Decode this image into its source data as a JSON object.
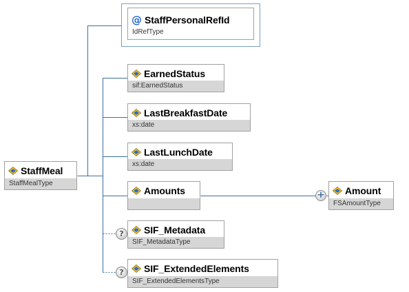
{
  "root": {
    "name": "StaffMeal",
    "type": "StaffMealType"
  },
  "attribute": {
    "symbol": "@",
    "name": "StaffPersonalRefId",
    "type": "IdRefType"
  },
  "children": [
    {
      "name": "EarnedStatus",
      "type": "sif:EarnedStatus",
      "optional": false
    },
    {
      "name": "LastBreakfastDate",
      "type": "xs:date",
      "optional": false
    },
    {
      "name": "LastLunchDate",
      "type": "xs:date",
      "optional": false
    },
    {
      "name": "Amounts",
      "type": "",
      "optional": false
    },
    {
      "name": "SIF_Metadata",
      "type": "SIF_MetadataType",
      "optional": true
    },
    {
      "name": "SIF_ExtendedElements",
      "type": "SIF_ExtendedElementsType",
      "optional": true
    }
  ],
  "amount": {
    "name": "Amount",
    "type": "FSAmountType",
    "expand_symbol": "+"
  },
  "optional_symbol": "?",
  "colors": {
    "line": "#3e6e9a",
    "type_band": "#d6d6d6",
    "icon_yellow": "#f2c12e",
    "icon_blue": "#2f6fc4"
  }
}
